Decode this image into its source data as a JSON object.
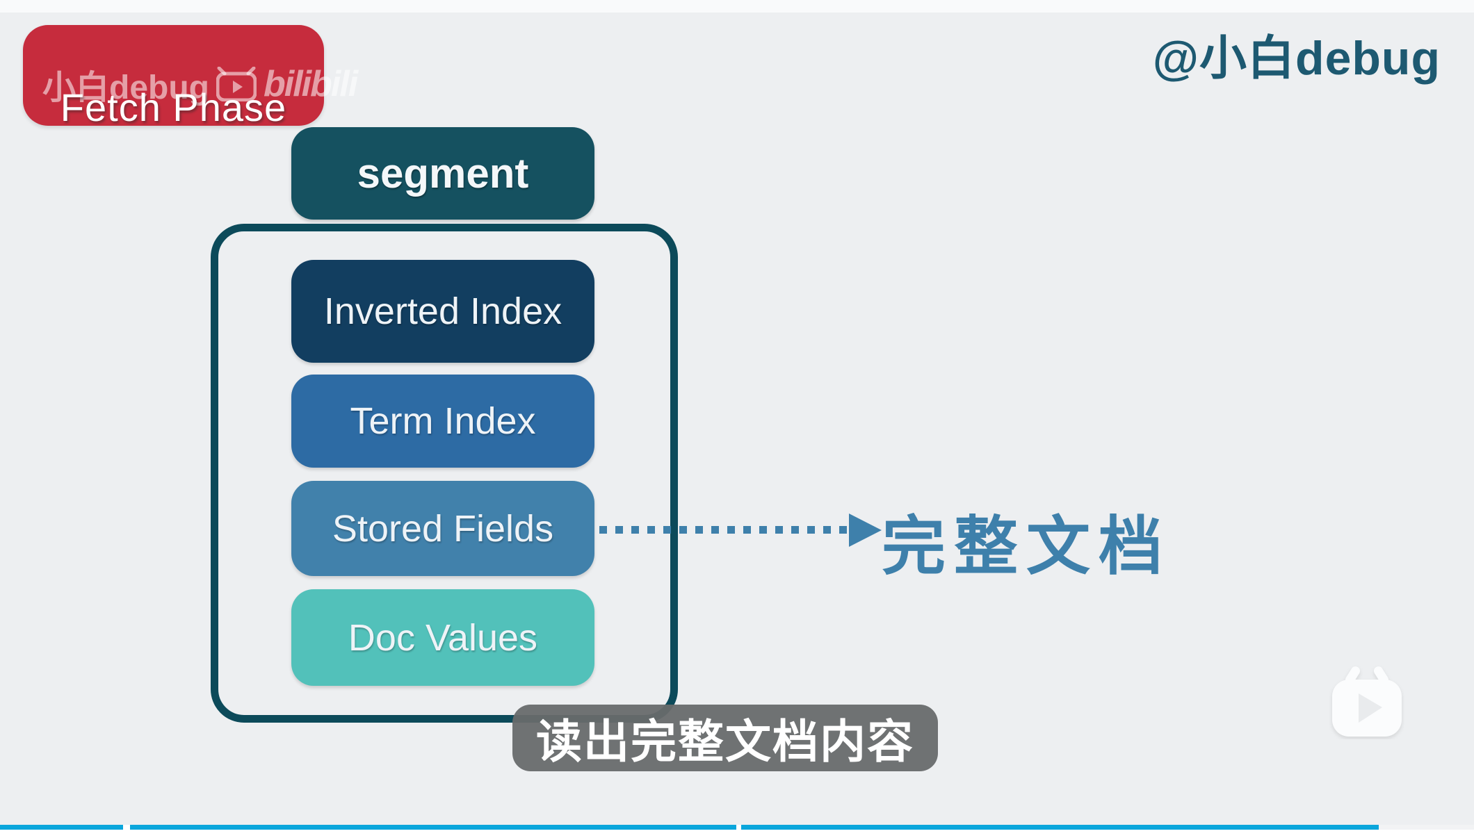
{
  "page": {
    "badge_label": "Fetch Phase",
    "author_handle": "@小白debug"
  },
  "watermark": {
    "text": "小白debug",
    "logo": "bilibili-tv-logo",
    "logo_word": "bilibili"
  },
  "diagram": {
    "segment_label": "segment",
    "components": [
      {
        "label": "Inverted Index",
        "color": "#123e60"
      },
      {
        "label": "Term Index",
        "color": "#2d6ba4"
      },
      {
        "label": "Stored Fields",
        "color": "#4181ab"
      },
      {
        "label": "Doc Values",
        "color": "#52c1ba"
      }
    ],
    "arrow": {
      "from": "Stored Fields",
      "style": "dotted",
      "color": "#3e80ab",
      "target_label": "完整文档"
    },
    "container_border_color": "#0c4a5a",
    "segment_box_color": "#155160"
  },
  "subtitle": {
    "text": "读出完整文档内容",
    "background": "#686a6c",
    "text_color": "#ffffff"
  },
  "colors": {
    "page_background": "#edeff1",
    "badge_red": "#c62c3d",
    "handle_text": "#1d5971",
    "progress_blue": "#0aa6dc"
  },
  "player": {
    "progress_segments_percent": [
      8.3,
      41.1,
      43.3
    ],
    "progress_unwatched_percent": 6.5,
    "corner_icon": "bilibili-tv-icon"
  }
}
